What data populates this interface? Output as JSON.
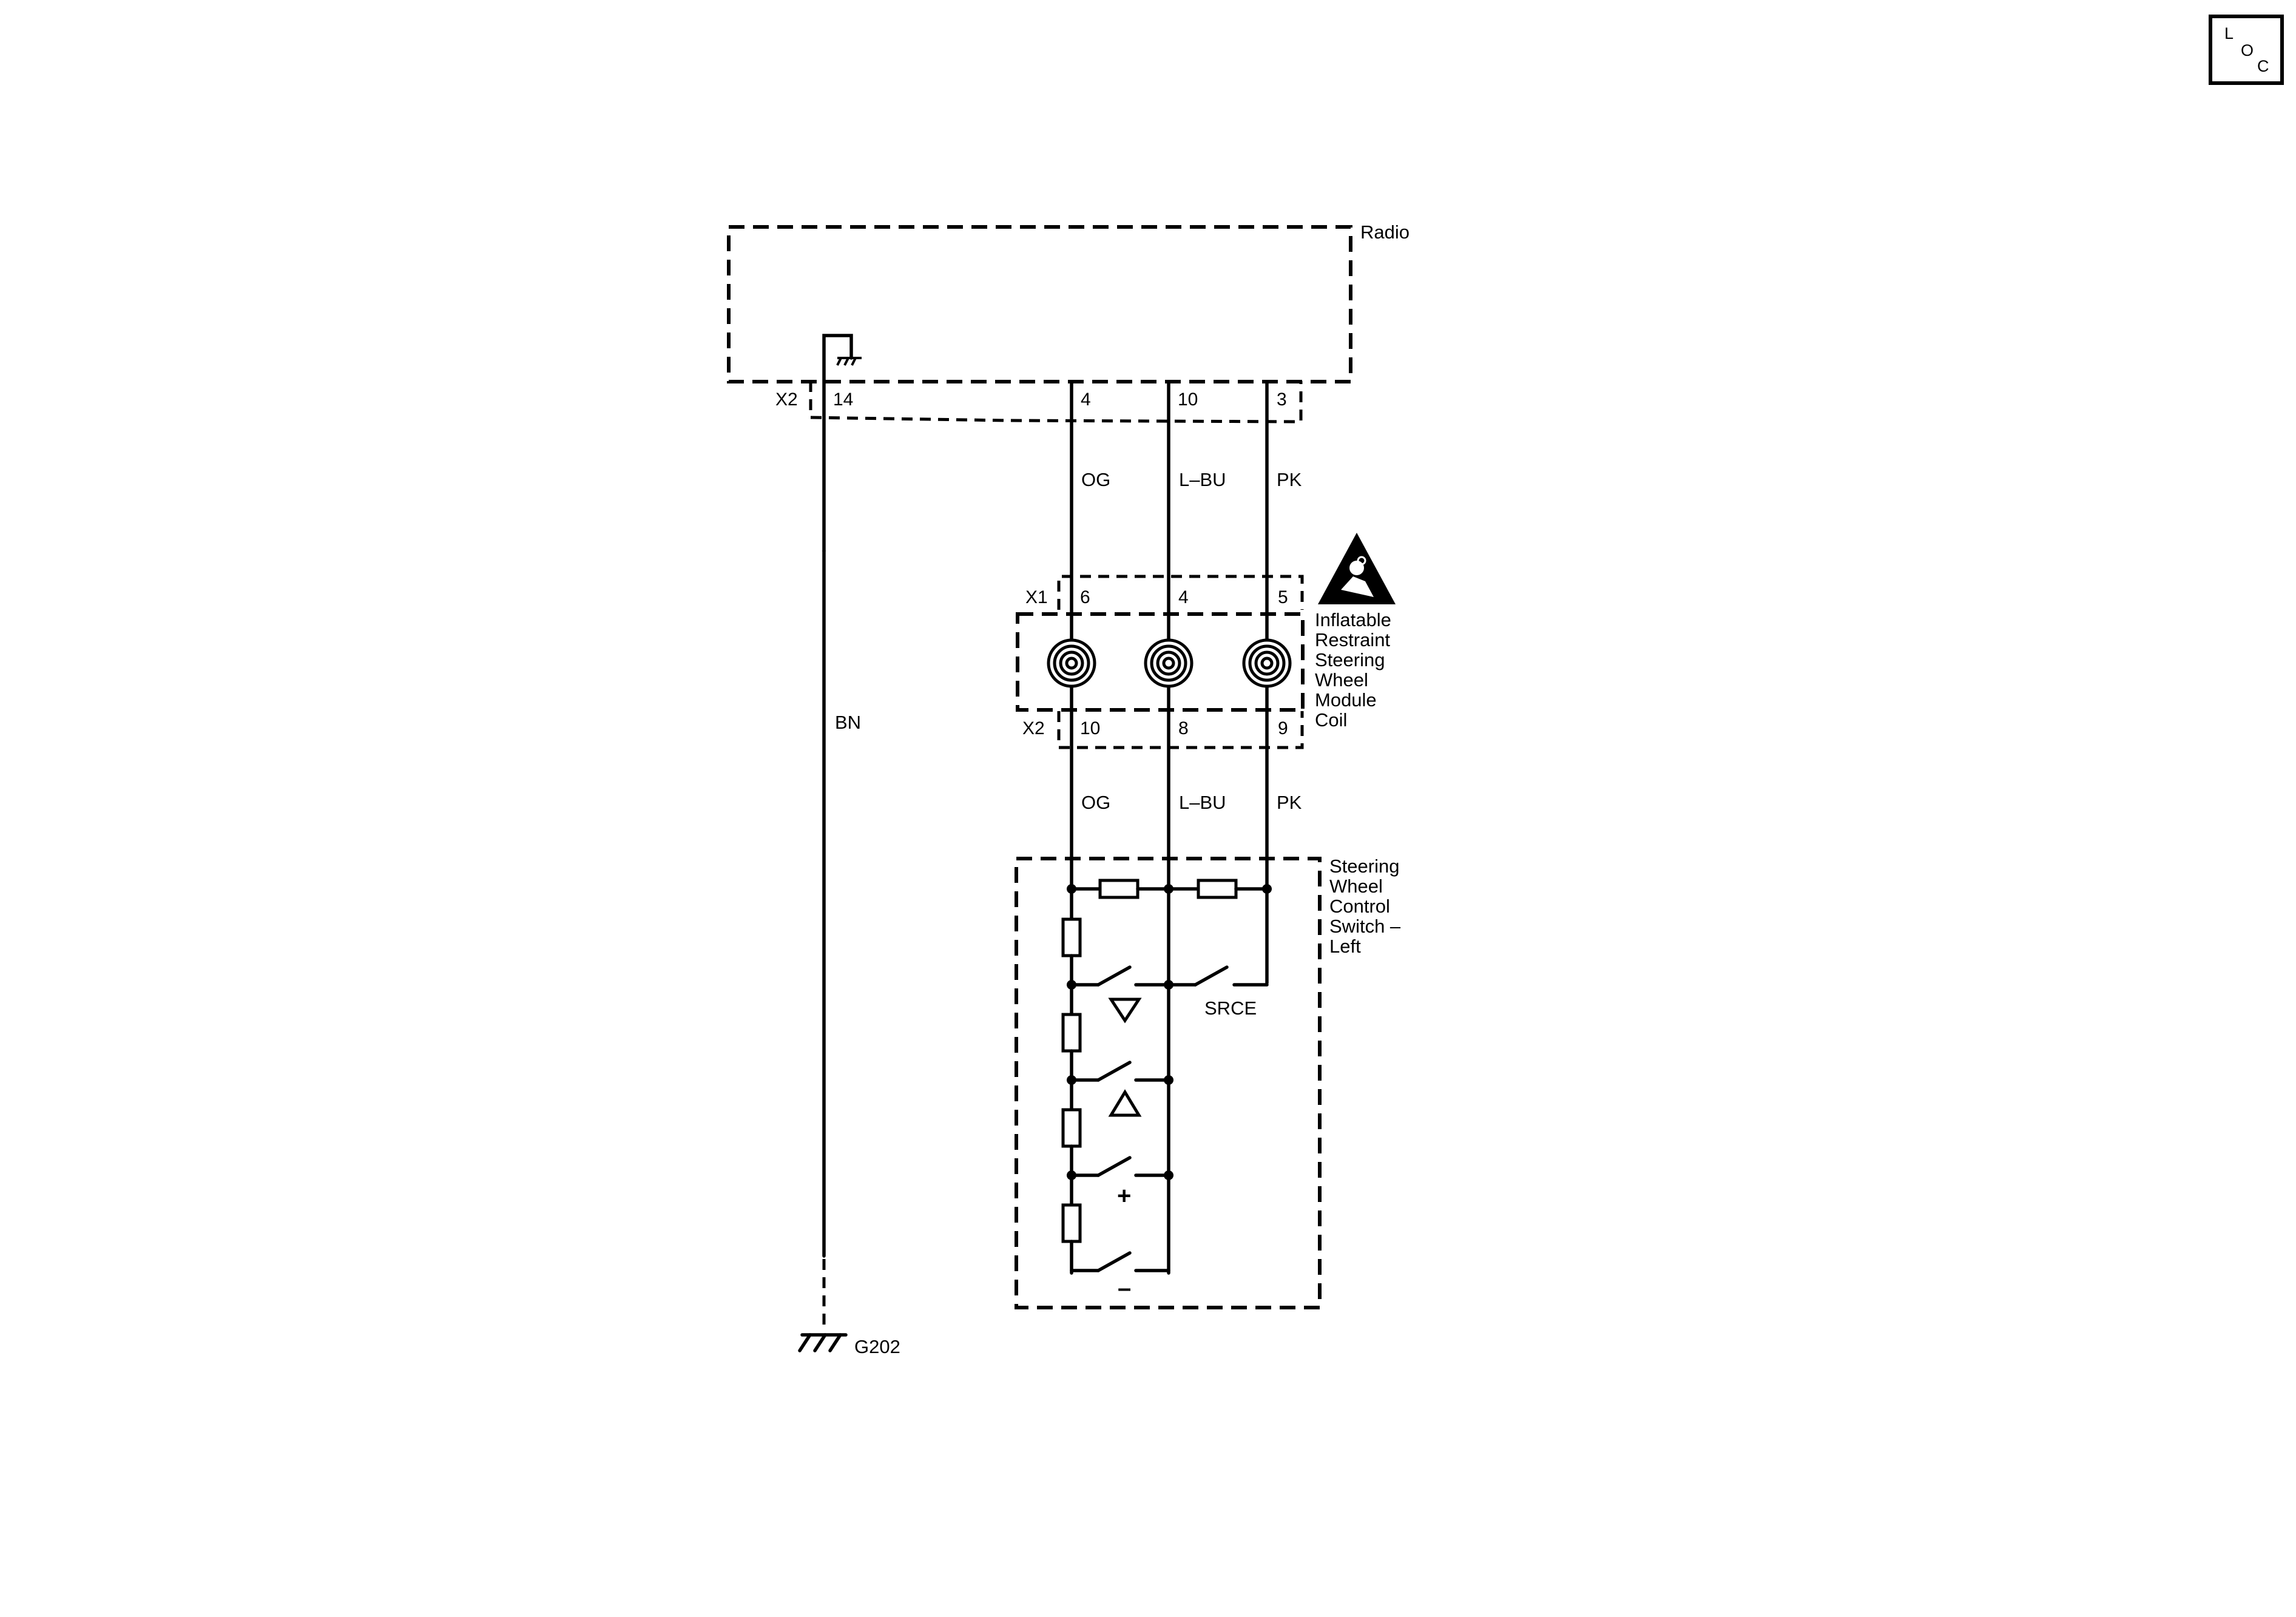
{
  "loc_badge": [
    "L",
    "O",
    "C"
  ],
  "components": {
    "radio": "Radio",
    "coil": [
      "Inflatable",
      "Restraint",
      "Steering",
      "Wheel",
      "Module",
      "Coil"
    ],
    "switch": [
      "Steering",
      "Wheel",
      "Control",
      "Switch –",
      "Left"
    ]
  },
  "radio_connector": {
    "name": "X2",
    "pins": [
      "14",
      "4",
      "10",
      "3"
    ]
  },
  "coil_x1": {
    "name": "X1",
    "pins": [
      "6",
      "4",
      "5"
    ]
  },
  "coil_x2": {
    "name": "X2",
    "pins": [
      "10",
      "8",
      "9"
    ]
  },
  "wire_colors_upper": [
    "OG",
    "L–BU",
    "PK"
  ],
  "wire_colors_lower": [
    "OG",
    "L–BU",
    "PK"
  ],
  "ground": {
    "wire": "BN",
    "name": "G202"
  },
  "switch_labels": {
    "source": "SRCE",
    "plus": "+",
    "minus": "–"
  },
  "icons": {
    "loc": "loc-badge-icon",
    "airbag_warning": "airbag-warning-icon",
    "clockspring": "clockspring-coil-icon",
    "ground": "ground-icon",
    "chassis_ground": "chassis-ground-icon",
    "resistor": "resistor-icon",
    "switch": "switch-contact-icon",
    "triangle_down": "triangle-down-icon",
    "triangle_up": "triangle-up-icon"
  }
}
